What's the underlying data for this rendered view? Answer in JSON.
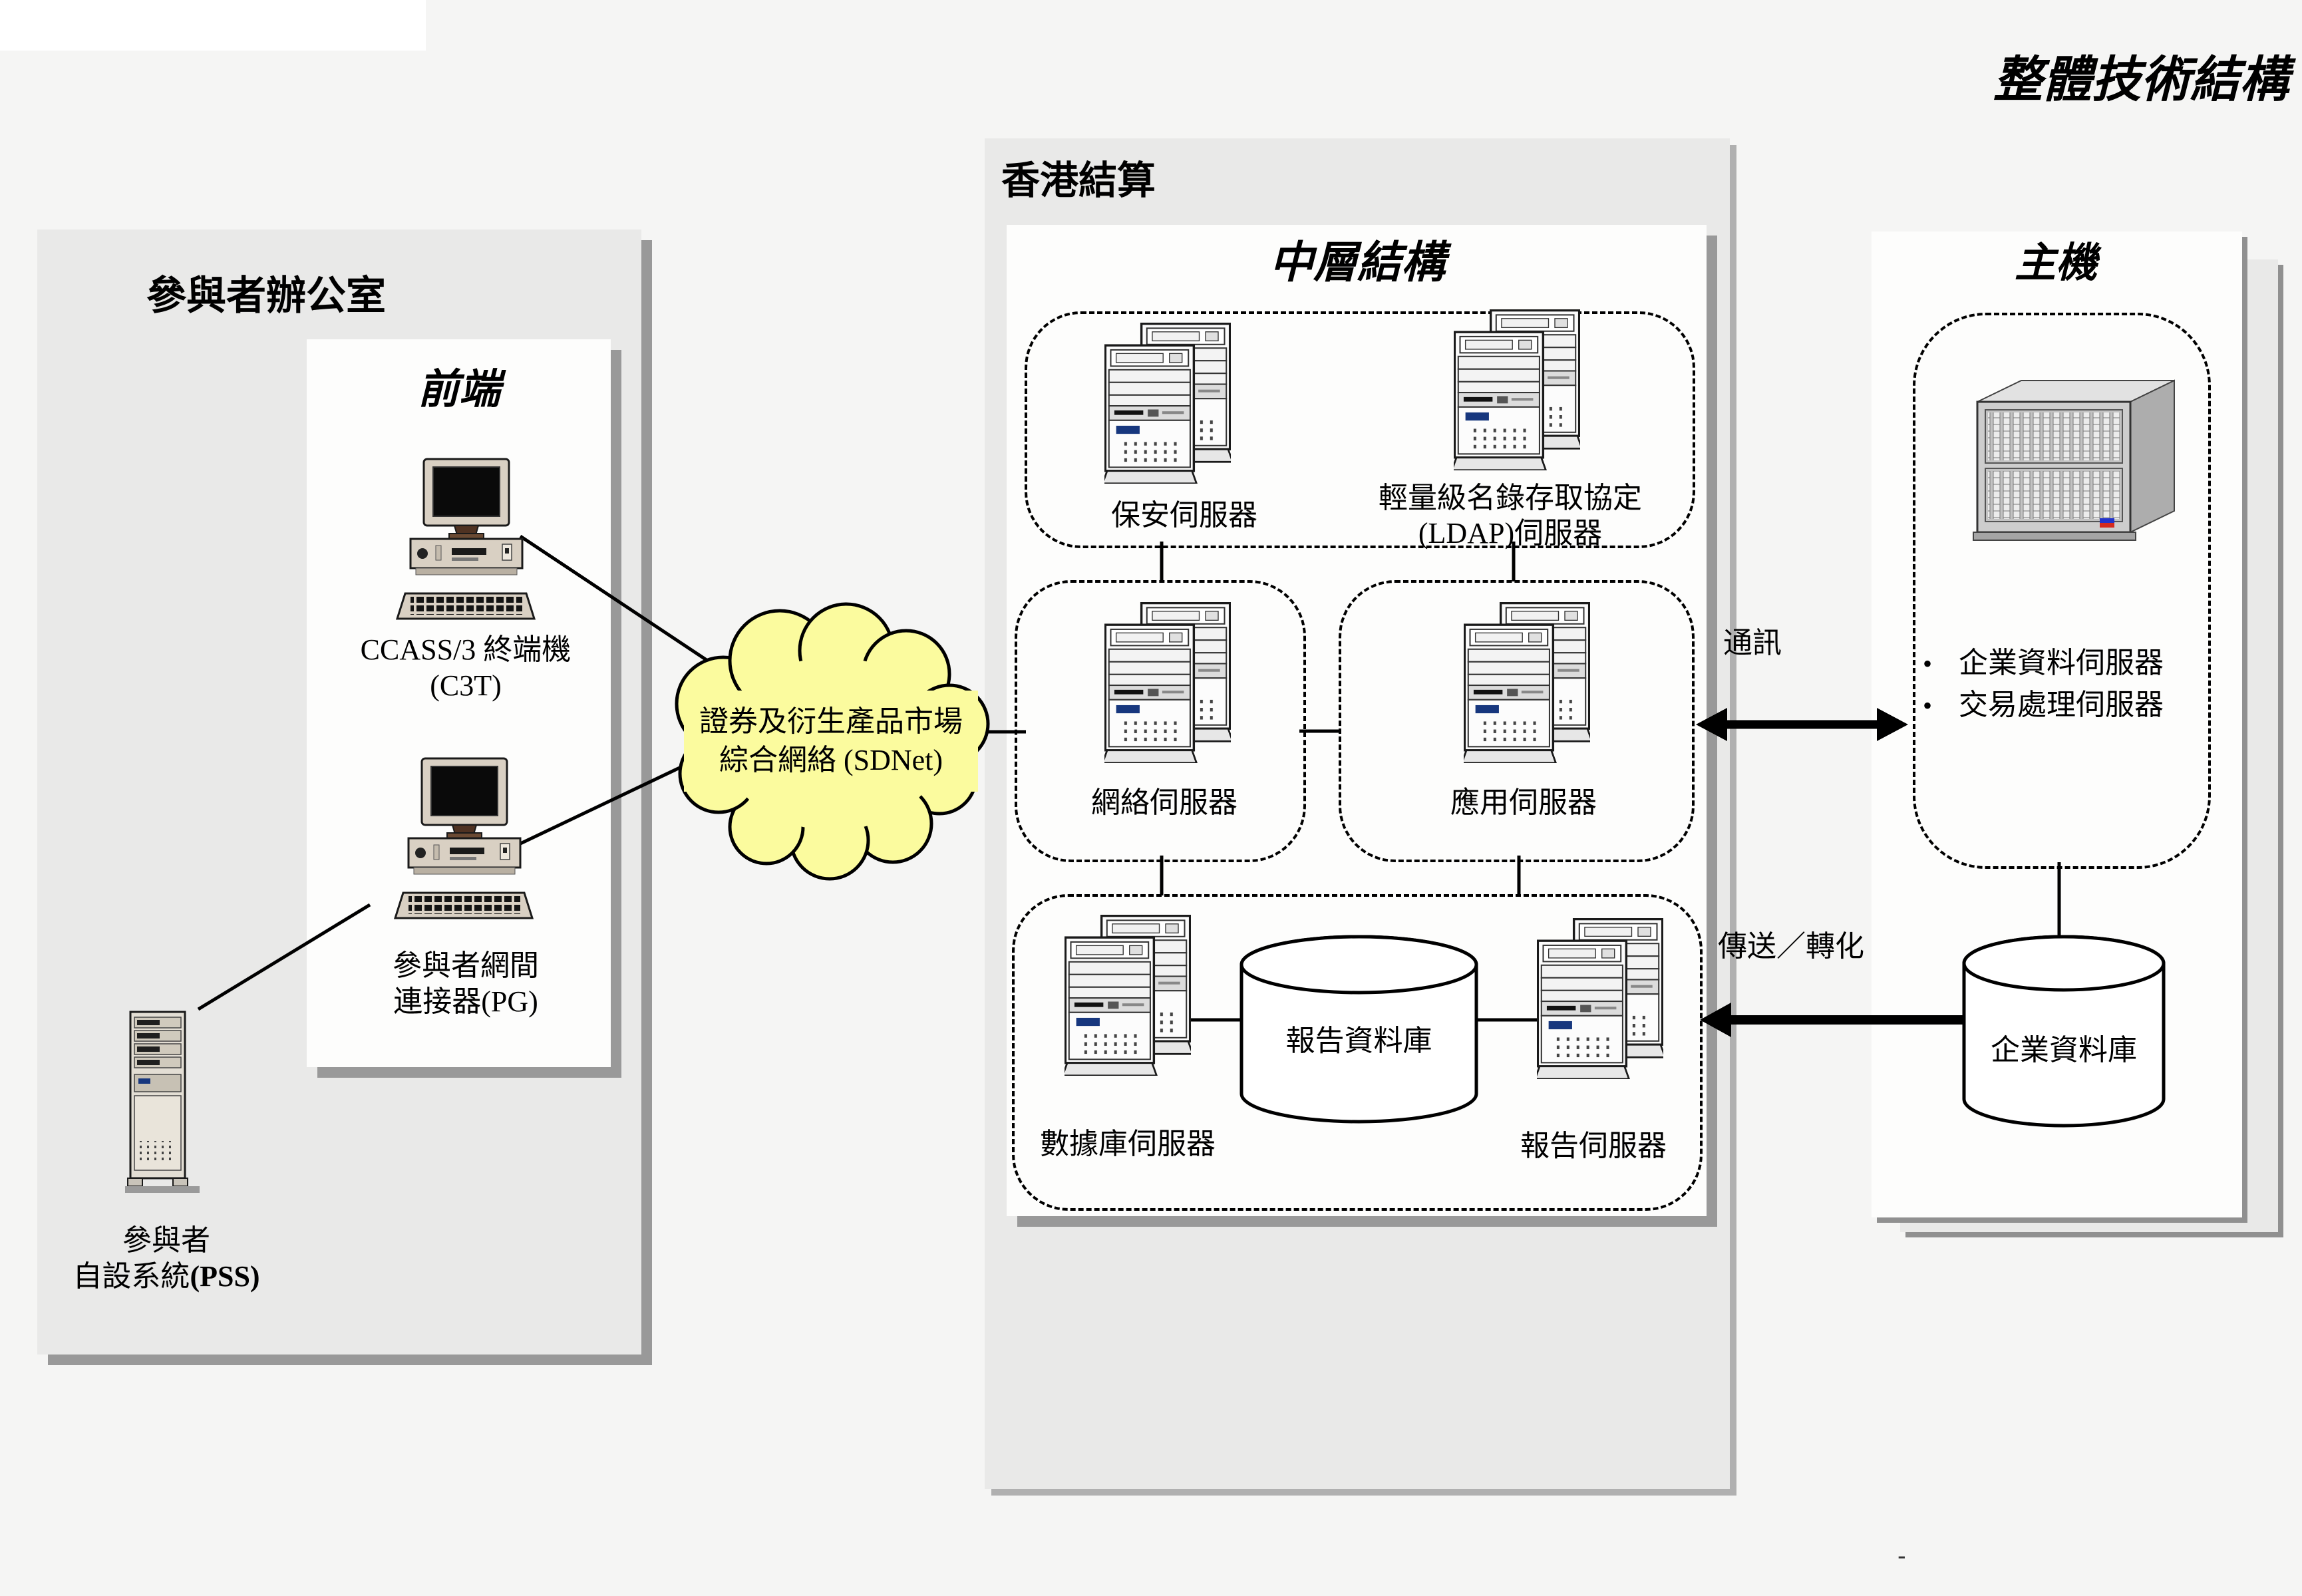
{
  "page": {
    "title": "整體技術結構",
    "corner_mark": "-"
  },
  "office": {
    "title": "參與者辦公室",
    "frontend": {
      "title": "前端",
      "c3t": {
        "line1": "CCASS/3 終端機",
        "line2": "(C3T)"
      },
      "pg": {
        "line1": "參與者網間",
        "line2": "連接器(PG)"
      }
    },
    "pss": {
      "line1": "參與者",
      "line2_prefix": "自設系統",
      "line2_bold": "(PSS)"
    }
  },
  "cloud": {
    "line1": "證券及衍生產品市場",
    "line2": "綜合網絡 (SDNet)"
  },
  "hkcc": {
    "title": "香港結算",
    "midtier": {
      "title": "中層結構",
      "security_server": "保安伺服器",
      "ldap_line1": "輕量級名錄存取協定",
      "ldap_line2": "(LDAP)伺服器",
      "web_server": "網絡伺服器",
      "app_server": "應用伺服器",
      "db_server": "數據庫伺服器",
      "report_db": "報告資料庫",
      "report_server": "報告伺服器"
    }
  },
  "host": {
    "title": "主機",
    "bullet_glyph": "•",
    "bullets": [
      "企業資料伺服器",
      "交易處理伺服器"
    ],
    "enterprise_db": "企業資料庫"
  },
  "links": {
    "comm": "通訊",
    "transfer": "傳送／轉化"
  },
  "colors": {
    "cloud_fill": "#fbfb9e",
    "led_blue": "#17377e",
    "panel_grey": "#e9e9e8",
    "shadow_grey": "#999999"
  }
}
